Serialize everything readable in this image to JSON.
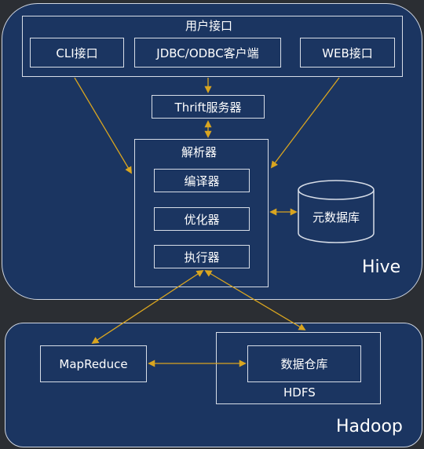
{
  "hive": {
    "label": "Hive",
    "user_interface": {
      "title": "用户接口",
      "items": [
        "CLI接口",
        "JDBC/ODBC客户端",
        "WEB接口"
      ]
    },
    "thrift_server": "Thrift服务器",
    "parser": {
      "title": "解析器",
      "items": [
        "编译器",
        "优化器",
        "执行器"
      ]
    },
    "metastore": "元数据库"
  },
  "hadoop": {
    "label": "Hadoop",
    "mapreduce": "MapReduce",
    "hdfs": {
      "label": "HDFS",
      "warehouse": "数据仓库"
    }
  },
  "colors": {
    "panel_fill": "#1b3561",
    "border": "#d7dde7",
    "arrow": "#d9a520",
    "text": "#ffffff",
    "background": "#2b2e33"
  }
}
